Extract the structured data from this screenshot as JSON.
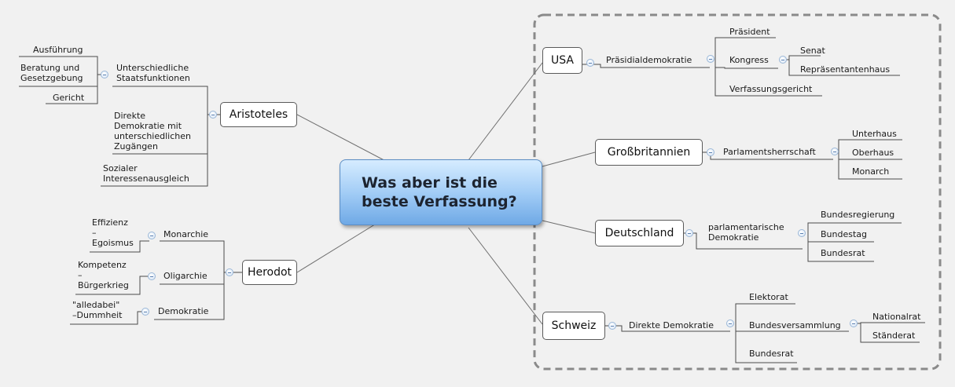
{
  "central_topic": {
    "line1": "Was aber ist die",
    "line2": "beste Verfassung?"
  },
  "left": {
    "aristoteles": {
      "label": "Aristoteles",
      "staatsfunktionen": {
        "label_line1": "Unterschiedliche",
        "label_line2": "Staatsfunktionen",
        "items": [
          "Ausführung",
          "Beratung und",
          "Gesetzgebung",
          "Gericht"
        ]
      },
      "direkte": [
        "Direkte",
        "Demokratie mit",
        "unterschiedlichen",
        "Zugängen"
      ],
      "sozial": [
        "Sozialer",
        "Interessenausgleich"
      ]
    },
    "herodot": {
      "label": "Herodot",
      "monarchie": {
        "label": "Monarchie",
        "detail": [
          "Effizienz",
          "–",
          "Egoismus"
        ]
      },
      "oligarchie": {
        "label": "Oligarchie",
        "detail": [
          "Kompetenz",
          "–",
          "Bürgerkrieg"
        ]
      },
      "demokratie": {
        "label": "Demokratie",
        "detail": [
          "\"alledabei\"",
          "–Dummheit"
        ]
      }
    }
  },
  "right": {
    "usa": {
      "label": "USA",
      "system": "Präsidialdemokratie",
      "praesident": "Präsident",
      "kongress": {
        "label": "Kongress",
        "items": [
          "Senat",
          "Repräsentantenhaus"
        ]
      },
      "gericht": "Verfassungsgericht"
    },
    "gb": {
      "label": "Großbritannien",
      "system": "Parlamentsherrschaft",
      "items": [
        "Unterhaus",
        "Oberhaus",
        "Monarch"
      ]
    },
    "de": {
      "label": "Deutschland",
      "system_line1": "parlamentarische",
      "system_line2": "Demokratie",
      "items": [
        "Bundesregierung",
        "Bundestag",
        "Bundesrat"
      ]
    },
    "ch": {
      "label": "Schweiz",
      "system": "Direkte Demokratie",
      "elektorat": "Elektorat",
      "bv": {
        "label": "Bundesversammlung",
        "items": [
          "Nationalrat",
          "Ständerat"
        ]
      },
      "bundesrat": "Bundesrat"
    }
  },
  "colors": {
    "background": "#f1f1f1",
    "central_fill": "#a3cdf6",
    "line": "#7a7a7a",
    "frame": "#8a8a8a"
  }
}
